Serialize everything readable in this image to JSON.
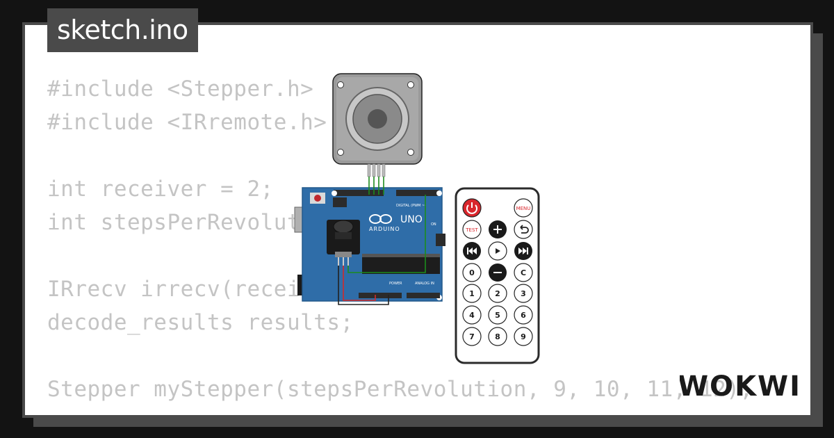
{
  "page": {
    "filename": "sketch.ino",
    "code_lines": [
      "#include <Stepper.h>",
      "#include <IRremote.h>",
      "",
      "int receiver = 2;",
      "int stepsPerRevolution = 2048;",
      "",
      "IRrecv irrecv(receiver);",
      "decode_results results;",
      "",
      "Stepper myStepper(stepsPerRevolution, 9, 10, 11, 12);"
    ],
    "brand": "WOKWI"
  },
  "board": {
    "model": "UNO",
    "maker": "ARDUINO",
    "digital_label": "DIGITAL (PWM ~)",
    "power_label": "POWER",
    "analog_label": "ANALOG IN",
    "on_label": "ON"
  },
  "remote": {
    "menu_label": "MENU",
    "test_label": "TEST",
    "keys": [
      "0",
      "C",
      "1",
      "2",
      "3",
      "4",
      "5",
      "6",
      "7",
      "8",
      "9"
    ]
  },
  "colors": {
    "background": "#131313",
    "panel": "#4a4a4a",
    "code_text": "#c4c4c4",
    "board_blue": "#2f6da8",
    "wire_green": "#1c8c1c",
    "wire_red": "#d22a2a",
    "power_button": "#d9262c"
  }
}
